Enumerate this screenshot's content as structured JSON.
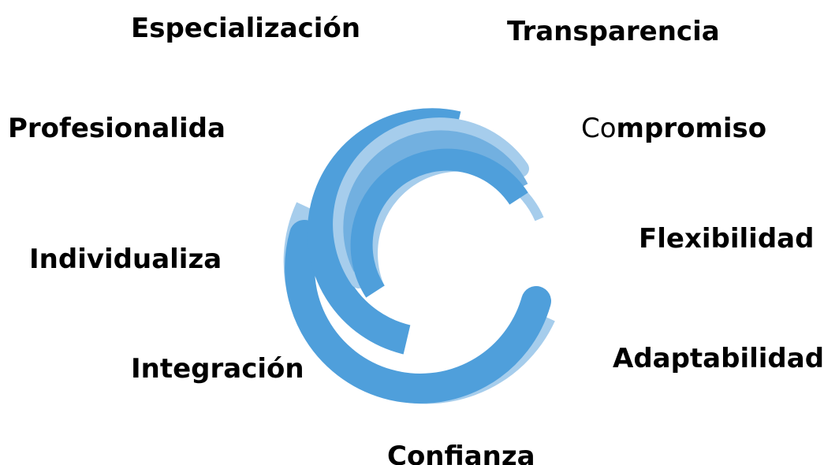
{
  "colors": {
    "arc_dark": "#4f9fdb",
    "arc_mid": "#72b0e0",
    "arc_light": "#a6cdec",
    "text": "#000000"
  },
  "labels": {
    "especializacion": "Especialización",
    "transparencia": "Transparencia",
    "profesionalidad": "Profesionalida",
    "compromiso_prefix": "Co",
    "compromiso_rest": "mpromiso",
    "flexibilidad": "Flexibilidad",
    "individualiza": "Individualiza",
    "adaptabilidad": "Adaptabilidad",
    "integracion": "Integración",
    "confianza": "Confianza"
  }
}
